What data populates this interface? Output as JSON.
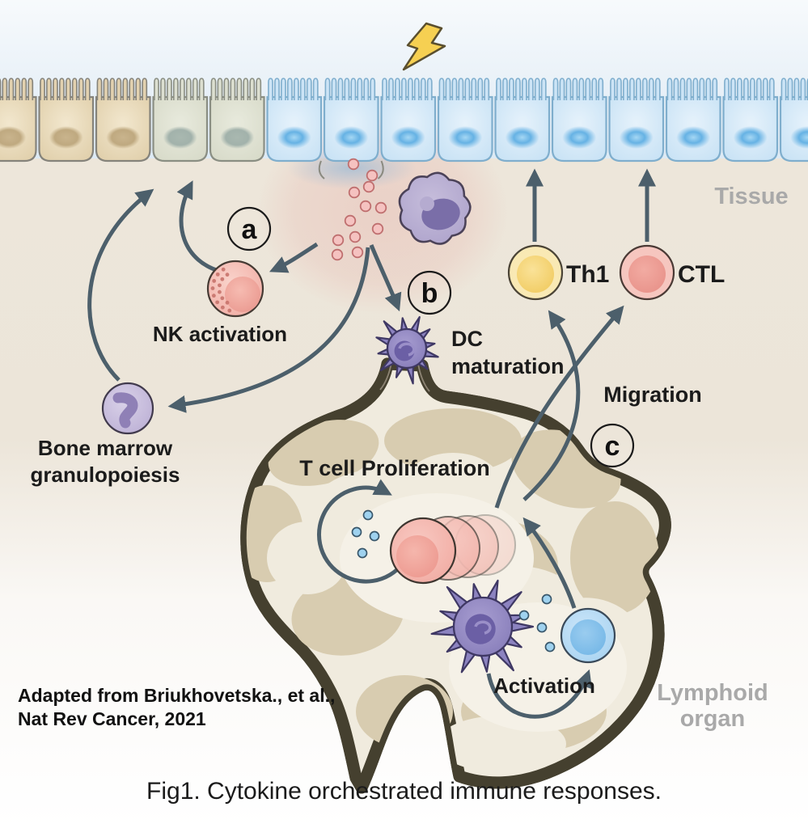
{
  "figure": {
    "caption": "Fig1. Cytokine orchestrated immune responses.",
    "credit_line1": "Adapted from Briukhovetska., et al.,",
    "credit_line2": "Nat Rev Cancer, 2021"
  },
  "region_labels": {
    "tissue": "Tissue",
    "lymphoid_line1": "Lymphoid",
    "lymphoid_line2": "organ"
  },
  "steps": {
    "a": "a",
    "b": "b",
    "c": "c"
  },
  "process_labels": {
    "nk_activation": "NK activation",
    "bone_marrow_line1": "Bone marrow",
    "bone_marrow_line2": "granulopoiesis",
    "dc_line1": "DC",
    "dc_line2": "maturation",
    "t_cell_proliferation": "T cell Proliferation",
    "activation": "Activation",
    "migration": "Migration"
  },
  "cell_labels": {
    "th1": "Th1",
    "ctl": "CTL"
  },
  "colors": {
    "sky_top": "#F7FAFC",
    "sky_bottom": "#DCE9F4",
    "tissue_bg": "#EDE6DA",
    "epithelium_tan": "#E2D1AF",
    "epithelium_tan_nucleus": "#C2AC85",
    "epithelium_transition": "#DCDFD0",
    "epithelium_transition_nucleus": "#ADBBB3",
    "epithelium_blue": "#CCE4F6",
    "epithelium_blue_nucleus": "#64B1E2",
    "arrow": "#4C5F6B",
    "lightning": "#F6D052",
    "cytokine_pink": "#F5C2C0",
    "cytokine_blue": "#9FD2EF",
    "nk_cell": "#F5BCB5",
    "bone_marrow_cell": "#C9BFDE",
    "dendritic_cell": "#8C83C0",
    "macrophage": "#B3A9CE",
    "t_cell": "#F4B4AE",
    "th1_cell": "#F9E9B4",
    "ctl_cell": "#F6C6BF",
    "naive_t_cell": "#AFD9F4",
    "organ_wall": "#CDC0A0",
    "organ_outline": "#45402F",
    "organ_interior": "#F0EBDE",
    "organ_lobule": "#D8CCB0",
    "label_gray": "#A9A9A9",
    "text": "#1B1B1B"
  }
}
